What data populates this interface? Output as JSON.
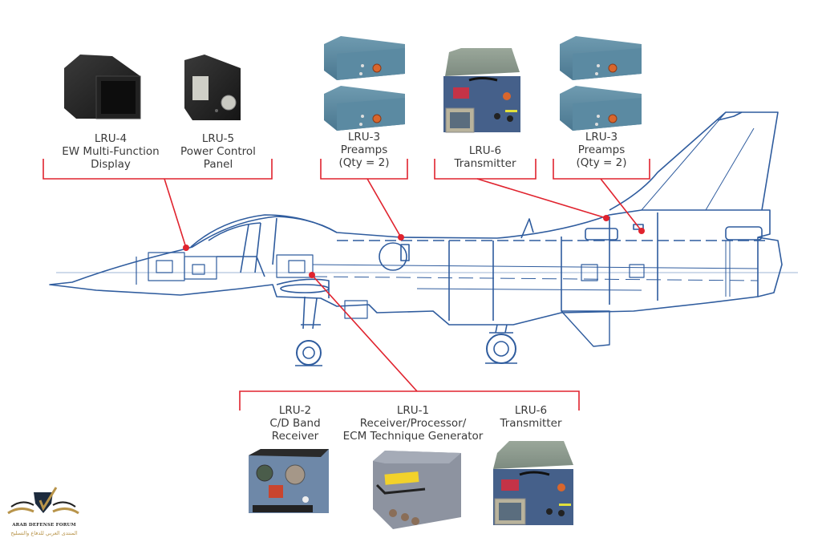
{
  "title": "EW suite LRU layout on F-16 airframe",
  "colors": {
    "callout": "#e0232e",
    "airframe": "#2f5c9e",
    "text": "#3a3a3a",
    "logo_gold": "#b8944a"
  },
  "top_left_group": {
    "items": [
      {
        "id": "LRU-4",
        "lines": [
          "LRU-4",
          "EW Multi-Function",
          "Display"
        ],
        "icon": "display-unit-icon"
      },
      {
        "id": "LRU-5",
        "lines": [
          "LRU-5",
          "Power Control",
          "Panel"
        ],
        "icon": "control-panel-icon"
      }
    ]
  },
  "top_preamps_left": {
    "lines": [
      "LRU-3",
      "Preamps",
      "(Qty = 2)"
    ],
    "icon": "preamp-unit-icon"
  },
  "top_transmitter": {
    "lines": [
      "LRU-6",
      "Transmitter"
    ],
    "icon": "transmitter-unit-icon"
  },
  "top_preamps_right": {
    "lines": [
      "LRU-3",
      "Preamps",
      "(Qty = 2)"
    ],
    "icon": "preamp-unit-icon"
  },
  "bottom_group": {
    "items": [
      {
        "id": "LRU-2",
        "lines": [
          "LRU-2",
          "C/D Band",
          "Receiver"
        ],
        "icon": "receiver-unit-icon"
      },
      {
        "id": "LRU-1",
        "lines": [
          "LRU-1",
          "Receiver/Processor/",
          "ECM Technique Generator"
        ],
        "icon": "processor-unit-icon"
      },
      {
        "id": "LRU-6",
        "lines": [
          "LRU-6",
          "Transmitter"
        ],
        "icon": "transmitter-unit-icon"
      }
    ]
  },
  "logo": {
    "emblem": "DA",
    "name_en": "ARAB DEFENSE FORUM",
    "name_ar": "المنتدى العربي للدفاع والتسليح"
  }
}
